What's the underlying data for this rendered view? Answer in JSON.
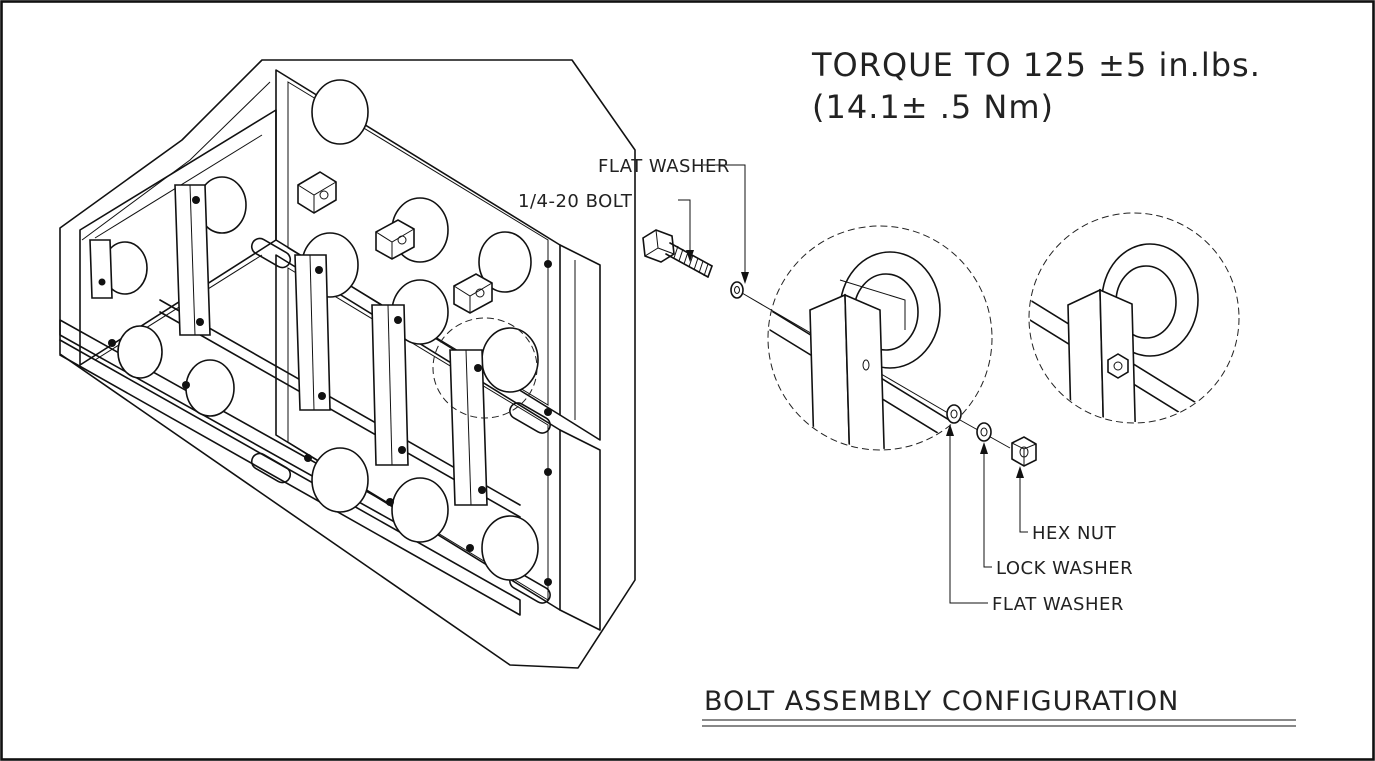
{
  "notes": {
    "torque_line1": "TORQUE TO 125 ±5 in.lbs.",
    "torque_line2": "(14.1± .5 Nm)"
  },
  "callouts": {
    "flat_washer_top": "FLAT WASHER",
    "bolt": "1/4-20 BOLT",
    "hex_nut": "HEX NUT",
    "lock_washer": "LOCK WASHER",
    "flat_washer_bottom": "FLAT WASHER"
  },
  "title": "BOLT ASSEMBLY CONFIGURATION"
}
